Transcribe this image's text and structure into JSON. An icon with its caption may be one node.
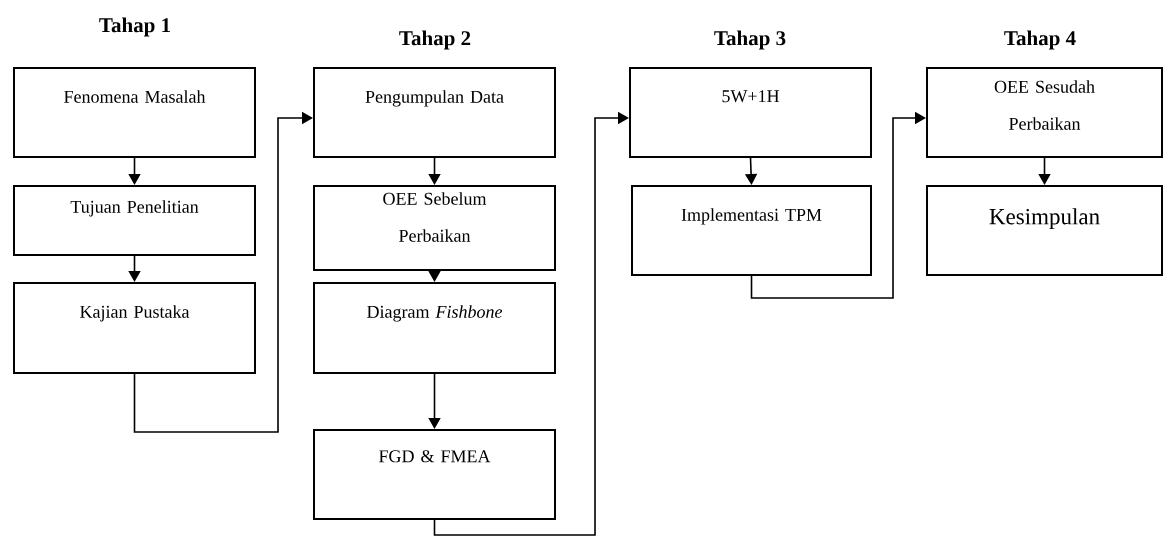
{
  "diagram": {
    "nodes": [
      {
        "text": [
          "Fenomena Masalah"
        ]
      },
      {
        "text": [
          "Tujuan Penelitian"
        ]
      },
      {
        "text": [
          "Kajian Pustaka"
        ]
      },
      {
        "text": [
          "Pengumpulan Data"
        ]
      },
      {
        "text": [
          "OEE Sebelum Perbaikan"
        ]
      },
      {
        "text": [
          "Diagram *Fishbone*"
        ]
      },
      {
        "text": [
          "FGD & FMEA"
        ]
      },
      {
        "text": [
          "5W+1H"
        ]
      },
      {
        "text": [
          "Implementasi TPM"
        ]
      },
      {
        "text": [
          "OEE Sesudah Perbaikan"
        ]
      },
      {
        "text": [
          "Kesimpulan"
        ]
      }
    ],
    "edges": [
      {
        "from": 0,
        "to": 1,
        "arrow": "to"
      },
      {
        "from": 1,
        "to": 2,
        "arrow": "to"
      },
      {
        "from": 2,
        "to": 3,
        "arrow": "to"
      },
      {
        "from": 3,
        "to": 4,
        "arrow": "to"
      },
      {
        "from": 4,
        "to": 5,
        "arrow": "to"
      },
      {
        "from": 5,
        "to": 6,
        "arrow": "to"
      },
      {
        "from": 6,
        "to": 7,
        "arrow": "to"
      },
      {
        "from": 7,
        "to": 8,
        "arrow": "to"
      },
      {
        "from": 8,
        "to": 9,
        "arrow": "to"
      },
      {
        "from": 9,
        "to": 10,
        "arrow": "to"
      }
    ],
    "labels": [
      "Tahap 1",
      "Tahap 2",
      "Tahap 3",
      "Tahap 4"
    ]
  }
}
